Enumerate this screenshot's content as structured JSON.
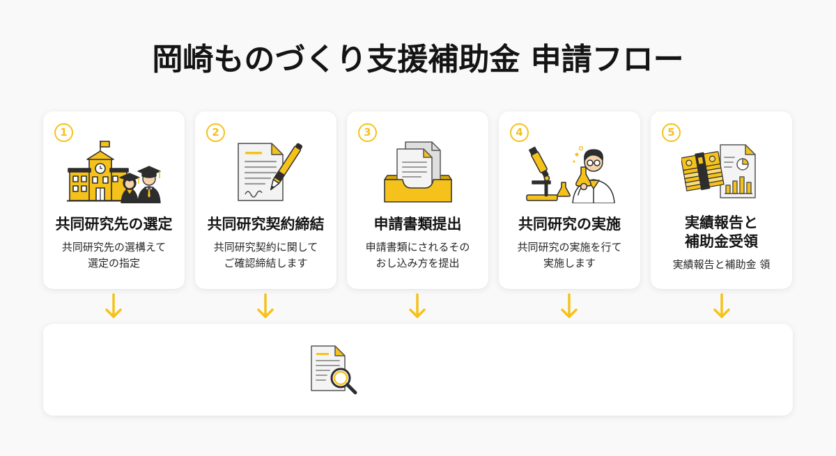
{
  "page": {
    "title": "岡崎ものづくり支援補助金 申請フロー"
  },
  "colors": {
    "accent": "#F5C21B",
    "text": "#141414",
    "background": "#f9f9f9",
    "card": "#ffffff"
  },
  "steps": [
    {
      "number": "1",
      "icon": "school-graduates-icon",
      "title_lines": [
        "共同研究先の選定"
      ],
      "description_lines": [
        "共同研究先の選構えて",
        "選定の指定"
      ]
    },
    {
      "number": "2",
      "icon": "contract-pen-icon",
      "title_lines": [
        "共同研究契約締結"
      ],
      "description_lines": [
        "共同研究契約に関して",
        "ご確認締結します"
      ]
    },
    {
      "number": "3",
      "icon": "document-tray-icon",
      "title_lines": [
        "申請書類提出"
      ],
      "description_lines": [
        "申請書類にされるその",
        "おし込み方を提出"
      ]
    },
    {
      "number": "4",
      "icon": "scientist-microscope-icon",
      "title_lines": [
        "共同研究の実施"
      ],
      "description_lines": [
        "共同研究の実施を行て",
        "実施します"
      ]
    },
    {
      "number": "5",
      "icon": "money-report-icon",
      "title_lines": [
        "実績報告と",
        "補助金受領"
      ],
      "description_lines": [
        "実績報告と補助金 領"
      ]
    }
  ],
  "flow_arrows": {
    "icon": "down-arrow-icon"
  },
  "bottom_panel": {
    "icon": "document-search-icon"
  }
}
